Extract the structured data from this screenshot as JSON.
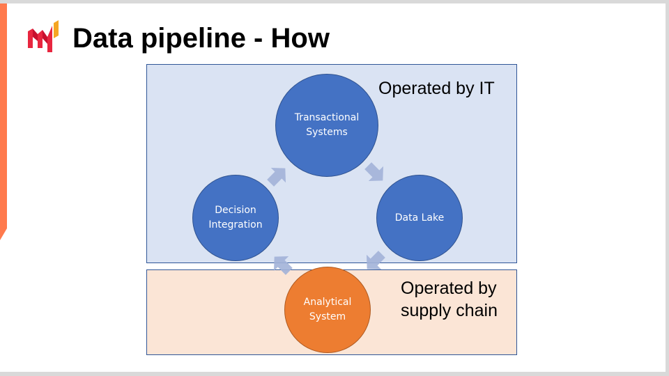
{
  "slide": {
    "title": "Data pipeline - How",
    "logo_icon": "bar-chart-logo-icon"
  },
  "zones": {
    "it": {
      "label": "Operated by IT",
      "color": "#dae3f3"
    },
    "supply_chain": {
      "label": "Operated by supply chain",
      "color": "#fbe5d6"
    }
  },
  "nodes": {
    "transactional": {
      "label": "Transactional Systems",
      "color": "#4472c4"
    },
    "data_lake": {
      "label": "Data Lake",
      "color": "#4472c4"
    },
    "analytical": {
      "label": "Analytical System",
      "color": "#ed7d31"
    },
    "decision": {
      "label": "Decision Integration",
      "color": "#4472c4"
    }
  },
  "colors": {
    "accent": "#ff7a4d",
    "arrow": "#a3b3d9"
  }
}
